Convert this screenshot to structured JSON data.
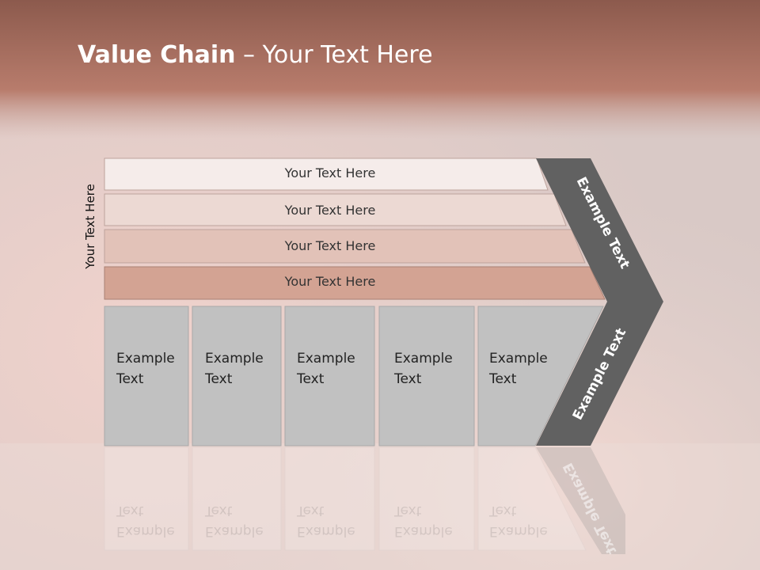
{
  "slide": {
    "title_bold": "Value Chain",
    "title_rest": " – Your Text Here",
    "side_label": "Your Text Here"
  },
  "rows": [
    {
      "label": "Your Text Here",
      "color": "#f5ecea"
    },
    {
      "label": "Your Text Here",
      "color": "#ecd9d3"
    },
    {
      "label": "Your Text Here",
      "color": "#e2c2b8"
    },
    {
      "label": "Your Text Here",
      "color": "#d3a393"
    }
  ],
  "cells": [
    {
      "label": "Example Text"
    },
    {
      "label": "Example Text"
    },
    {
      "label": "Example Text"
    },
    {
      "label": "Example Text"
    },
    {
      "label": "Example Text"
    }
  ],
  "arrow": {
    "upper_label": "Example Text",
    "lower_label": "Example Text",
    "color": "#616161"
  },
  "colors": {
    "header": "#b47a6c",
    "cell_fill": "#c1c1c1",
    "cell_stroke": "#a9a9a9"
  }
}
